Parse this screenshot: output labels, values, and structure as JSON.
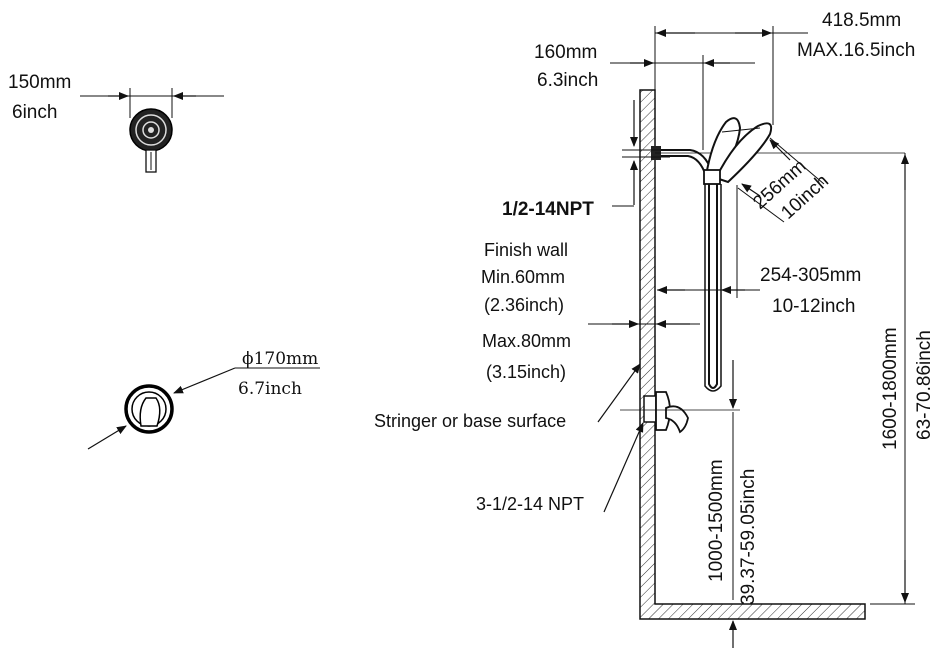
{
  "head_top": {
    "mm": "150mm",
    "inch": "6inch"
  },
  "escutcheon": {
    "mm": "ϕ170mm",
    "inch": "6.7inch"
  },
  "arm_reach": {
    "mm": "418.5mm",
    "inch": "MAX.16.5inch"
  },
  "arm_depth": {
    "mm": "160mm",
    "inch": "6.3inch"
  },
  "inlet_thread": "1/2-14NPT",
  "head_length": {
    "mm": "256mm",
    "inch": "10inch"
  },
  "finish_wall": {
    "title": "Finish wall",
    "min_mm": "Min.60mm",
    "min_inch": "(2.36inch)",
    "max_mm": "Max.80mm",
    "max_inch": "(3.15inch)"
  },
  "bar_offset": {
    "mm": "254-305mm",
    "inch": "10-12inch"
  },
  "stringer": "Stringer or base surface",
  "valve_thread": "3-1/2-14 NPT",
  "valve_height": {
    "mm": "1000-1500mm",
    "inch": "39.37-59.05inch"
  },
  "total_height": {
    "mm": "1600-1800mm",
    "inch": "63-70.86inch"
  }
}
